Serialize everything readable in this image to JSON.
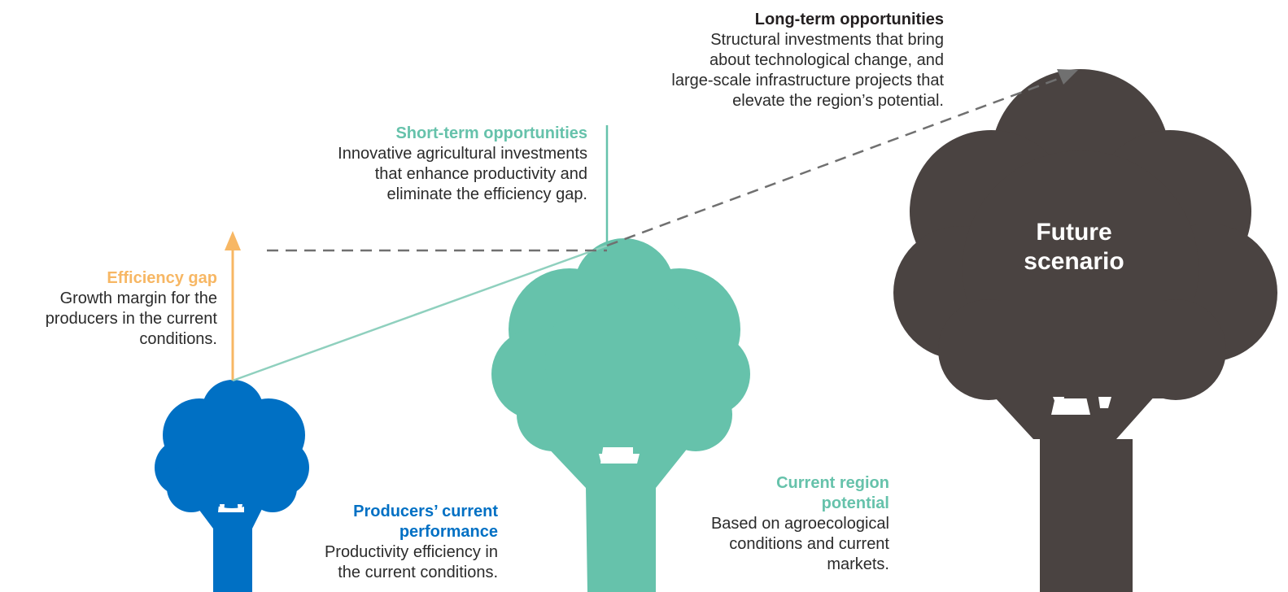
{
  "long_term": {
    "title": "Long-term opportunities",
    "body": "Structural investments that bring\nabout technological change, and\nlarge-scale infrastructure projects that\nelevate the region’s potential."
  },
  "short_term": {
    "title": "Short-term opportunities",
    "body": "Innovative agricultural investments\nthat enhance productivity and\neliminate the efficiency gap."
  },
  "efficiency_gap": {
    "title": "Efficiency gap",
    "body": "Growth margin for the\nproducers in the current\nconditions."
  },
  "producers": {
    "title": "Producers’ current\nperformance",
    "body": "Productivity efficiency in\nthe current conditions."
  },
  "region": {
    "title": "Current region\npotential",
    "body": "Based on agroecological\nconditions and current\nmarkets."
  },
  "future": {
    "label": "Future\nscenario"
  },
  "colors": {
    "blue": "#0070c4",
    "teal": "#66c2ab",
    "dark": "#4a4341",
    "orange": "#f7b764",
    "gray_dash": "#707070"
  }
}
